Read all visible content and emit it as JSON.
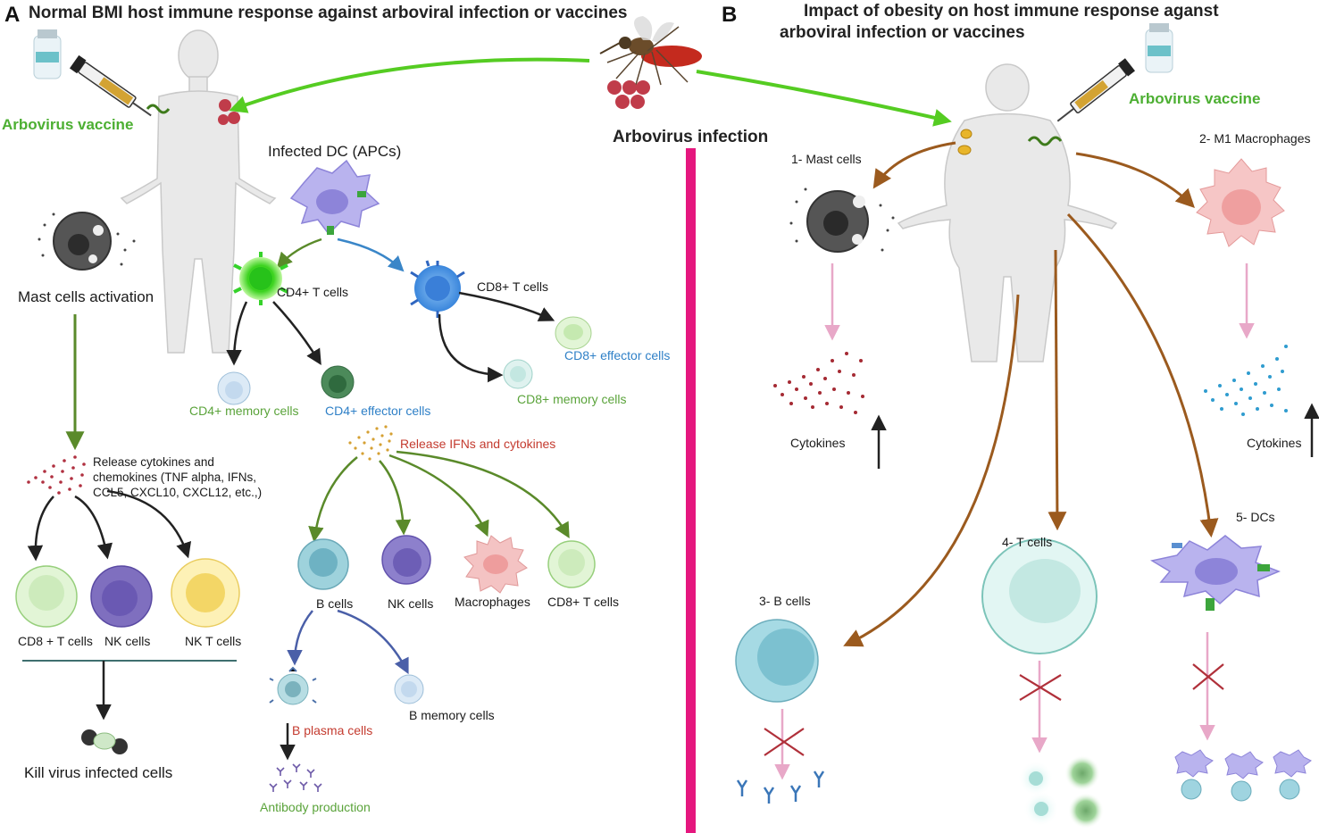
{
  "colors": {
    "divider": "#e5177e",
    "green_arrow": "#5a8a2a",
    "brown_arrow": "#9b5a1e",
    "pink_arrow": "#e8a8c8",
    "blue_arrow": "#4a5fa8",
    "bright_green": "#55cc22",
    "cross_red": "#b0303a"
  },
  "panel_a": {
    "letter": "A",
    "title": "Normal BMI host immune response against arboviral infection or vaccines",
    "vaccine_label": "Arbovirus vaccine",
    "infected_dc": "Infected DC (APCs)",
    "mast_activation": "Mast cells activation",
    "cd4_t": "CD4+ T cells",
    "cd8_t": "CD8+ T cells",
    "cd4_memory": "CD4+ memory cells",
    "cd4_effector": "CD4+ effector cells",
    "cd8_effector": "CD8+ effector cells",
    "cd8_memory": "CD8+ memory cells",
    "release_cytokines": "Release cytokines and chemokines (TNF alpha, IFNs, CCL5, CXCL10, CXCL12, etc.,)",
    "cd8_plus_t": "CD8 + T cells",
    "nk_cells_left": "NK cells",
    "nk_t_cells": "NK T cells",
    "kill_infected": "Kill virus infected cells",
    "release_ifns": "Release IFNs and cytokines",
    "b_cells": "B cells",
    "nk_cells": "NK cells",
    "macrophages": "Macrophages",
    "cd8_t_right": "CD8+ T cells",
    "b_plasma": "B plasma cells",
    "b_memory": "B memory cells",
    "antibody": "Antibody production"
  },
  "center": {
    "infection_label": "Arbovirus infection"
  },
  "panel_b": {
    "letter": "B",
    "title_line1": "Impact of obesity on host immune response aganst",
    "title_line2": "arboviral infection or vaccines",
    "vaccine_label": "Arbovirus vaccine",
    "mast_cells": "1- Mast cells",
    "m1_macrophages": "2- M1 Macrophages",
    "b_cells": "3- B cells",
    "t_cells": "4- T cells",
    "dcs": "5- DCs",
    "cytokines_left": "Cytokines",
    "cytokines_right": "Cytokines"
  }
}
